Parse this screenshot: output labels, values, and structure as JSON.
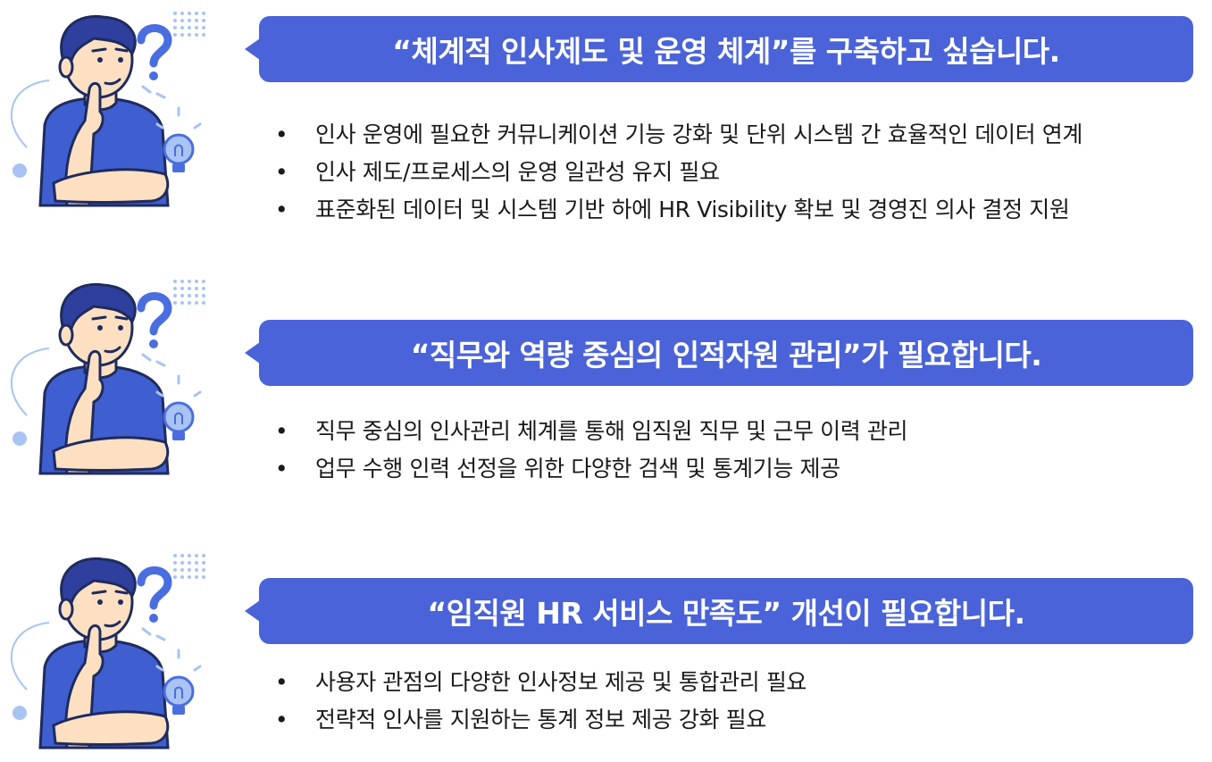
{
  "sections": [
    {
      "heading": "“체계적 인사제도 및 운영 체계”를 구축하고 싶습니다.",
      "bullets": [
        "인사 운영에 필요한 커뮤니케이션 기능 강화 및 단위 시스템 간 효율적인 데이터 연계",
        "인사 제도/프로세스의 운영 일관성 유지 필요",
        "표준화된 데이터 및 시스템 기반 하에 HR Visibility 확보 및 경영진 의사 결정 지원"
      ]
    },
    {
      "heading": "“직무와 역량 중심의 인적자원 관리”가 필요합니다.",
      "bullets": [
        "직무 중심의 인사관리 체계를 통해 임직원 직무 및 근무 이력 관리",
        "업무 수행 인력 선정을 위한 다양한 검색 및 통계기능 제공"
      ]
    },
    {
      "heading": "“임직원 HR 서비스 만족도” 개선이 필요합니다.",
      "bullets": [
        "사용자 관점의 다양한 인사정보 제공 및 통합관리 필요",
        "전략적 인사를 지원하는  통계 정보 제공 강화 필요"
      ]
    }
  ],
  "bullet_glyph": "•",
  "colors": {
    "banner": "#4a63d8",
    "shirt": "#3f5fd0",
    "hair": "#2f3f9e",
    "skin": "#fde0c2",
    "accent_light": "#a9c3f2",
    "outline": "#1f2b5e"
  },
  "icons": [
    "thinking-man-icon",
    "question-mark-icon",
    "lightbulb-icon"
  ]
}
